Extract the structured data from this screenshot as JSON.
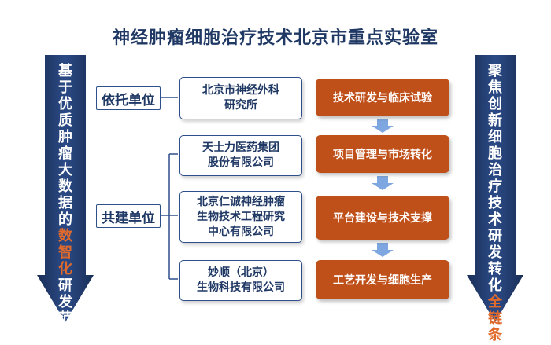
{
  "title": "神经肿瘤细胞治疗技术北京市重点实验室",
  "left_arrow": {
    "segments": [
      {
        "text": "基于优质肿瘤大数据的",
        "highlight": false
      },
      {
        "text": "数智化",
        "highlight": true
      },
      {
        "text": "研发范式",
        "highlight": false
      }
    ]
  },
  "right_arrow": {
    "segments": [
      {
        "text": "聚焦创新细胞治疗技术研发转化",
        "highlight": false
      },
      {
        "text": "全链条",
        "highlight": true
      }
    ]
  },
  "reliance_label": "依托单位",
  "cobuild_label": "共建单位",
  "units": [
    {
      "lines": [
        "北京市神经外科",
        "研究所"
      ]
    },
    {
      "lines": [
        "天士力医药集团",
        "股份有限公司"
      ]
    },
    {
      "lines": [
        "北京仁诚神经肿瘤",
        "生物技术工程研究",
        "中心有限公司"
      ]
    },
    {
      "lines": [
        "妙顺（北京）",
        "生物科技有限公司"
      ]
    }
  ],
  "tasks": [
    "技术研发与临床试验",
    "项目管理与市场转化",
    "平台建设与技术支撑",
    "工艺开发与细胞生产"
  ],
  "colors": {
    "navy": "#1f3864",
    "orange": "#c0501a",
    "highlight": "#e06a2c",
    "arrow_blue": "#7ea6e0"
  }
}
